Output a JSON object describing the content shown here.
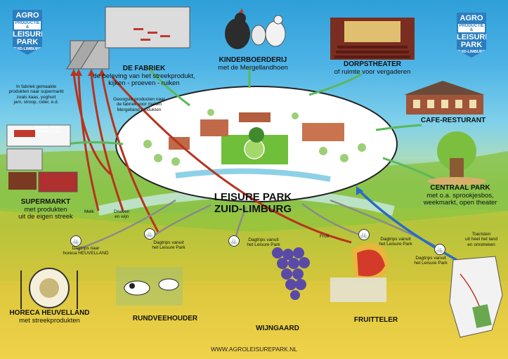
{
  "logos": {
    "line1": "AGRO",
    "line2": "PRODUCTIE &",
    "line3": "LEISURE",
    "line4": "PARK",
    "line5": "ZUID-LIMBURG"
  },
  "center": {
    "line1": "LEISURE PARK",
    "line2": "ZUID-LIMBURG"
  },
  "nodes": {
    "fabriek": {
      "title": "DE FABRIEK",
      "sub1": "de beleving van het streekprodukt,",
      "sub2": "kijken - proeven - ruiken"
    },
    "kinderboerderij": {
      "title": "KINDERBOERDERIJ",
      "sub": "met de Mergellandhoen"
    },
    "dorpstheater": {
      "title": "DORPSTHEATER",
      "sub": "of ruimte voor vergaderen"
    },
    "cafe": {
      "title": "CAFE-RESTURANT"
    },
    "centraal_park": {
      "title": "CENTRAAL PARK",
      "sub1": "met o.a. sprookjesbos,",
      "sub2": "weekmarkt, open theater"
    },
    "supermarkt": {
      "title": "SUPERMARKT",
      "sub1": "met produkten",
      "sub2": "uit de eigen streek",
      "sign": "BEDVEL uit het MERGELLAND"
    },
    "horeca": {
      "title": "HORECA HEUVELLAND",
      "sub": "met streekprodukten"
    },
    "rundveehouder": {
      "title": "RUNDVEEHOUDER"
    },
    "wijngaard": {
      "title": "WIJNGAARD"
    },
    "fruitteler": {
      "title": "FRUITTELER"
    }
  },
  "notes": {
    "fabriek_producten": [
      "In fabriek gemaakte",
      "produkten naar supermarkt",
      "zoals kaas, yoghurt",
      "jam, stroop, cider, e.d."
    ],
    "geoogste": [
      "Geoogste producten naar",
      "de fabriek voor maken",
      "Mergelland produkten"
    ],
    "melk": "Melk",
    "druiven": [
      "Druiven",
      "en wijn"
    ],
    "fruit": "Fruit",
    "dagtrip_horeca": [
      "Dagtrips naar",
      "horeca HEUVELLAND"
    ],
    "dagtrip_rund": [
      "Dagtrips vanuit",
      "het Leisure Park"
    ],
    "dagtrip_wijn": [
      "Dagtrips vanuit",
      "het Leisure Park"
    ],
    "dagtrip_fruit": [
      "Dagtrips vanuit",
      "het Leisure Park"
    ],
    "dagtrip_region": [
      "Dagtrips vanuit",
      "het Leisure Park"
    ],
    "toeristen": [
      "Toeristen",
      "uit heel het land",
      "en omstreken"
    ]
  },
  "footer": {
    "url": "WWW.AGROLEISUREPARK.NL"
  },
  "icons": {
    "bike": "bicycle-icon"
  }
}
